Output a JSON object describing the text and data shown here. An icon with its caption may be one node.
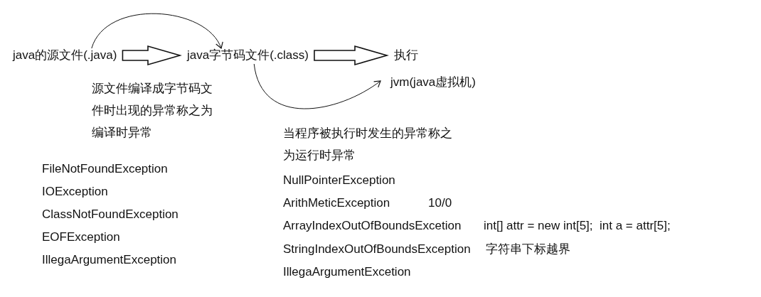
{
  "diagram": {
    "nodes": [
      {
        "text": [
          "java的源文件(.java)"
        ]
      },
      {
        "text": [
          "java字节码文件(.class)"
        ]
      },
      {
        "text": [
          "执行"
        ]
      },
      {
        "text": [
          "jvm(java虚拟机)"
        ]
      }
    ],
    "edges": [
      {
        "from": 0,
        "to": 1,
        "arrow": "to",
        "style": "thick"
      },
      {
        "from": 0,
        "to": 1,
        "arrow": "to"
      },
      {
        "from": 1,
        "to": 2,
        "arrow": "to",
        "style": "thick"
      },
      {
        "from": 1,
        "to": 3,
        "arrow": "to"
      }
    ],
    "labels": [
      "源文件编译成字节码文件时出现的异常称之为编译时异常",
      "FileNotFoundException",
      "IOException",
      "ClassNotFoundException",
      "EOFException",
      "IllegaArgumentException",
      "当程序被执行时发生的异常称之为运行时异常",
      "NullPointerException",
      "ArithMeticException",
      "10/0",
      "ArrayIndexOutOfBoundsExcetion",
      "int[] attr = new int[5];  int a = attr[5];",
      "StringIndexOutOfBoundsException",
      "字符串下标越界",
      "IllegaArgumentExcetion"
    ]
  }
}
